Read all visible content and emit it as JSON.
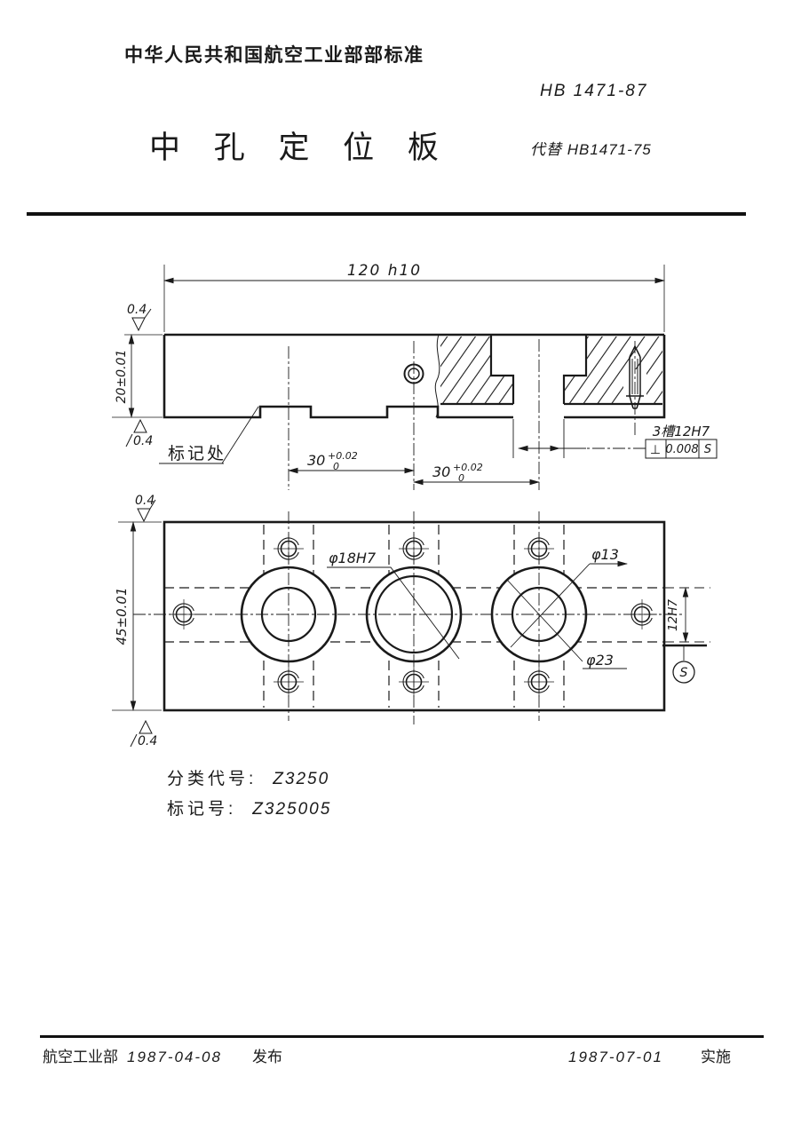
{
  "document": {
    "header": "中华人民共和国航空工业部部标准",
    "standard_number": "HB 1471-87",
    "supersedes": "代替 HB1471-75",
    "title": "中 孔 定 位 板",
    "classification": {
      "label": "分类代号:",
      "code": "Z3250"
    },
    "marking": {
      "label": "标记号:",
      "code": "Z325005"
    },
    "footer": {
      "issuer": "航空工业部",
      "issue_date": "1987-04-08",
      "issue_action": "发布",
      "effective_date": "1987-07-01",
      "effective_action": "实施"
    }
  },
  "front_view": {
    "dim_length": "120 h10",
    "dim_thickness": "20±0.01",
    "surface_finish_top": "0.4",
    "surface_finish_bottom": "0.4",
    "mark_location_label": "标记处",
    "dim_slot_pitch_left": {
      "value": "30",
      "tol_upper": "+0.02",
      "tol_lower": "0"
    },
    "dim_slot_pitch_right": {
      "value": "30",
      "tol_upper": "+0.02",
      "tol_lower": "0"
    },
    "slot_note": "3槽12H7",
    "tolerance_frame": {
      "symbol": "⊥",
      "value": "0.008",
      "datum": "S"
    }
  },
  "plan_view": {
    "dim_width": "45±0.01",
    "surface_finish_top": "0.4",
    "surface_finish_bottom": "0.4",
    "center_hole": "φ18H7",
    "small_hole": "φ13",
    "counterbore": "φ23",
    "slot_width": "12H7",
    "datum_label": "S"
  },
  "colors": {
    "ink": "#1a1a1a",
    "paper": "#ffffff"
  }
}
